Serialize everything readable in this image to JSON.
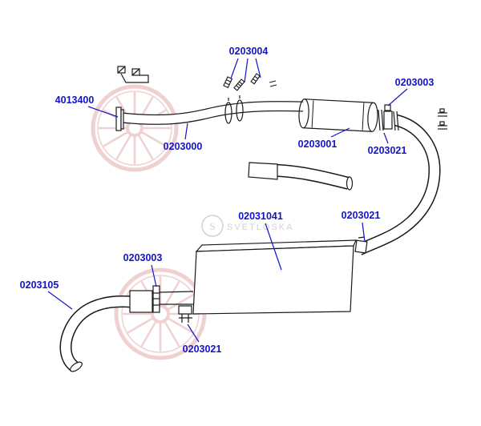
{
  "diagram": {
    "kind": "exploded-parts-diagram"
  },
  "colors": {
    "label_blue": "#1414c8",
    "line_art": "#1a1a1a",
    "watermark_red": "#d98f8f",
    "watermark_gray": "#9a9a9a"
  },
  "watermark": {
    "brand": "SVETLOSKA",
    "initial": "S"
  },
  "labels": [
    {
      "part": "0203004"
    },
    {
      "part": "0203003"
    },
    {
      "part": "4013400"
    },
    {
      "part": "0203000"
    },
    {
      "part": "0203001"
    },
    {
      "part": "0203021"
    },
    {
      "part": "02031041"
    },
    {
      "part": "0203021"
    },
    {
      "part": "0203003"
    },
    {
      "part": "0203105"
    },
    {
      "part": "0203021"
    }
  ]
}
